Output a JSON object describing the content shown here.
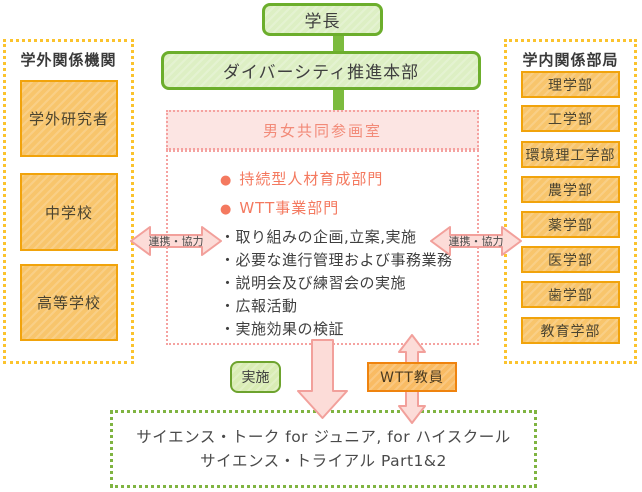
{
  "chart": {
    "president": "学長",
    "headquarters": "ダイバーシティ推進本部",
    "office_title": "男女共同参画室",
    "divisions": [
      "持続型人材育成部門",
      "WTT事業部門"
    ],
    "tasks": [
      "・取り組みの企画,立案,実施",
      "・必要な進行管理および事務業務",
      "・説明会及び練習会の実施",
      "・広報活動",
      "・実施効果の検証"
    ],
    "left_panel": {
      "title": "学外関係機関",
      "items": [
        "学外研究者",
        "中学校",
        "高等学校"
      ]
    },
    "right_panel": {
      "title": "学内関係部局",
      "items": [
        "理学部",
        "工学部",
        "環境理工学部",
        "農学部",
        "薬学部",
        "医学部",
        "歯学部",
        "教育学部"
      ]
    },
    "coop_label_left": "連携・協力",
    "coop_label_right": "連携・協力",
    "implement_label": "実施",
    "wtt_label": "WTT教員",
    "program_line1": "サイエンス・トーク for ジュニア, for ハイスクール",
    "program_line2": "サイエンス・トライアル Part1&2"
  },
  "icons": {
    "bullet": "●"
  },
  "colors": {
    "green-border": "#6cae2c",
    "green-fill": "#ddefc4",
    "connector": "#7cbb3e",
    "pink-border": "#f5a2a0",
    "pink-fill": "#fce5e3",
    "coral": "#f4795f",
    "yellow-border": "#fbc32d",
    "orange-border": "#f1a30b",
    "orange-fill": "#f8c56c",
    "wtt-border": "#ef830e",
    "wtt-fill": "#f9bb63",
    "arrow-fill": "#fcdcd8",
    "arrow-stroke": "#f2a09b",
    "bottom-border": "#7fb441",
    "impl-border": "#6da32e",
    "impl-fill": "#d9ecb4"
  }
}
